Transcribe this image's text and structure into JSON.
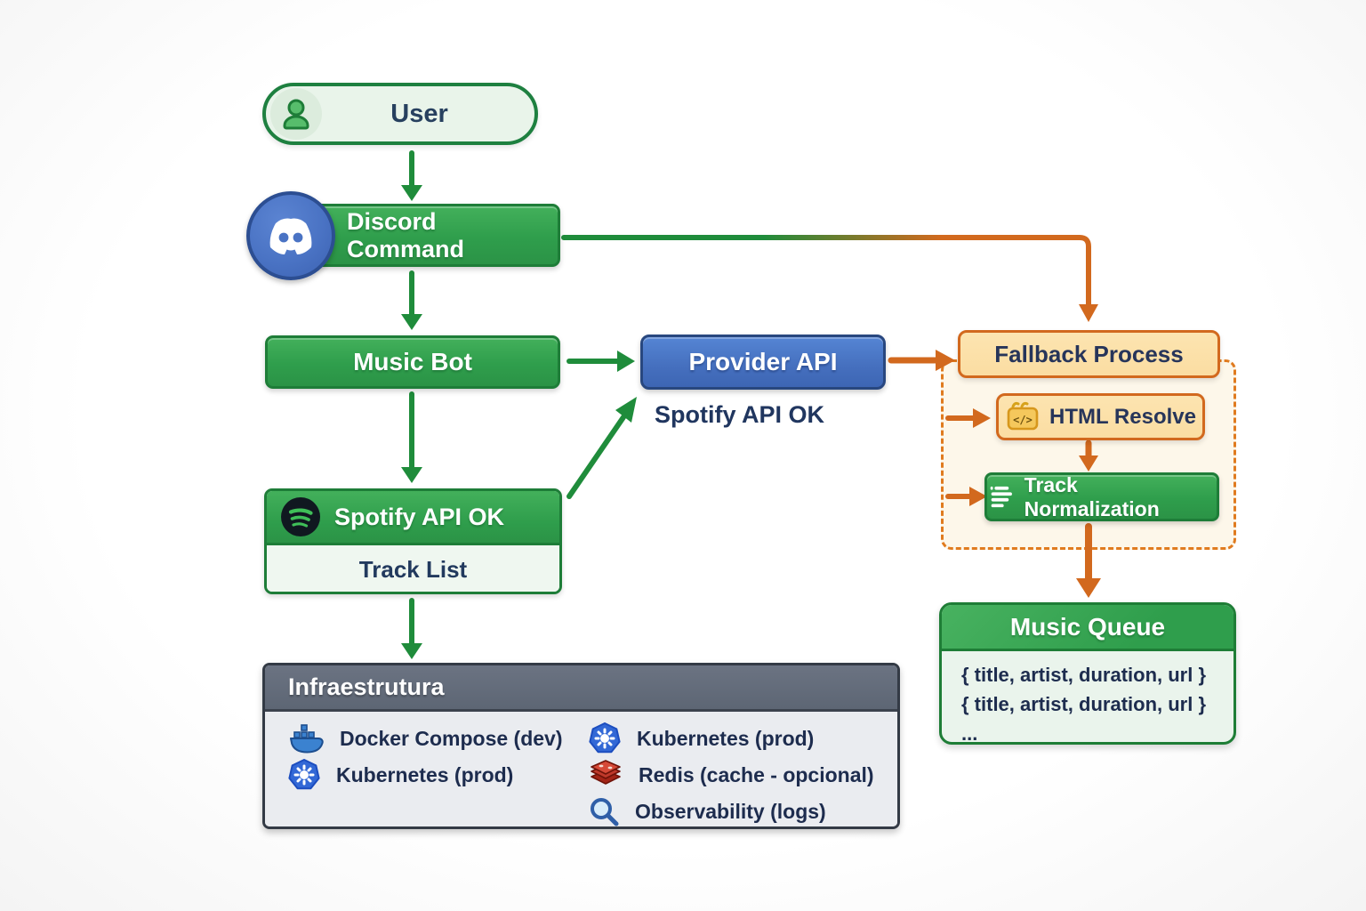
{
  "colors": {
    "green": "#2f9e4c",
    "green_dark": "#1e7d38",
    "green_light_fill": "#e9f4ea",
    "blue": "#456fbe",
    "blue_dark": "#28477f",
    "discord_blue": "#4a73c4",
    "orange": "#d2691e",
    "orange_fill": "#fbdda2",
    "cream_fill": "#fdf7ea",
    "slate_header": "#5d6674",
    "gray_body": "#eaecf0",
    "text_navy": "#24355c"
  },
  "nodes": {
    "user": {
      "label": "User"
    },
    "discord_command": {
      "label": "Discord Command"
    },
    "music_bot": {
      "label": "Music Bot"
    },
    "provider_api": {
      "label": "Provider API"
    },
    "provider_note": "Spotify API OK",
    "spotify": {
      "label": "Spotify API OK",
      "sublabel": "Track List"
    },
    "fallback": {
      "label": "Fallback Process"
    },
    "html_resolve": {
      "label": "HTML Resolve"
    },
    "track_normalization": {
      "label": "Track Normalization"
    },
    "music_queue": {
      "title": "Music Queue",
      "items": [
        "{ title, artist, duration, url }",
        "{ title, artist, duration, url }",
        "..."
      ]
    },
    "infrastructure": {
      "title": "Infraestrutura",
      "items": [
        {
          "icon": "docker-icon",
          "label": "Docker Compose (dev)"
        },
        {
          "icon": "kubernetes-icon",
          "label": "Kubernetes (prod)"
        },
        {
          "icon": "kubernetes-icon",
          "label": "Kubernetes (prod)"
        },
        {
          "icon": "redis-icon",
          "label": "Redis (cache - opcional)"
        },
        {
          "icon": "search-icon",
          "label": "Observability (logs)"
        }
      ]
    }
  }
}
